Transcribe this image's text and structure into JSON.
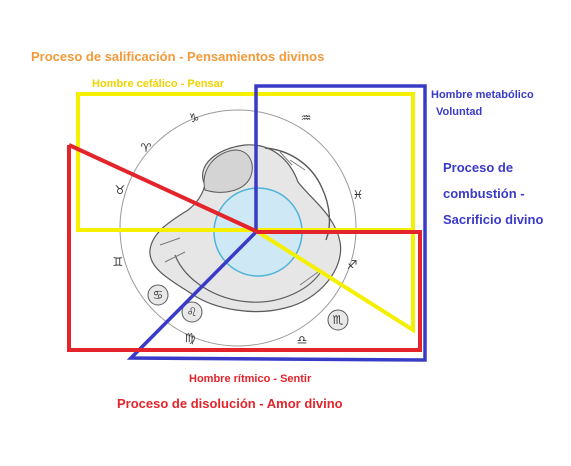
{
  "labels": {
    "salificacion": "Proceso de salificación - Pensamientos divinos",
    "cefalico": "Hombre cefálico - Pensar",
    "metabolico_1": "Hombre metabólico",
    "metabolico_2": "Voluntad",
    "combustion_1": "Proceso de",
    "combustion_2": "combustión -",
    "combustion_3": "Sacrificio divino",
    "ritmico": "Hombre rítmico - Sentir",
    "disolucion": "Proceso de disolución - Amor divino"
  },
  "zodiac": [
    {
      "name": "capricorn",
      "glyph": "♑"
    },
    {
      "name": "aries",
      "glyph": "♈"
    },
    {
      "name": "taurus",
      "glyph": "♉"
    },
    {
      "name": "gemini",
      "glyph": "♊"
    },
    {
      "name": "cancer",
      "glyph": "♋"
    },
    {
      "name": "leo",
      "glyph": "♌"
    },
    {
      "name": "virgo",
      "glyph": "♍"
    },
    {
      "name": "libra",
      "glyph": "♎"
    },
    {
      "name": "scorpio",
      "glyph": "♏"
    },
    {
      "name": "sagittarius",
      "glyph": "♐"
    },
    {
      "name": "pisces",
      "glyph": "♓"
    },
    {
      "name": "aquarius",
      "glyph": "♒"
    }
  ],
  "colors": {
    "orange": "#f39a3a",
    "yellow": "#f5ef00",
    "yellow_text": "#f0d400",
    "blue": "#3a3ac9",
    "red": "#e4242b",
    "sketch": "#5a5a5a",
    "circle_fill": "#cfe8f5",
    "circle_stroke": "#4fb3d9"
  }
}
